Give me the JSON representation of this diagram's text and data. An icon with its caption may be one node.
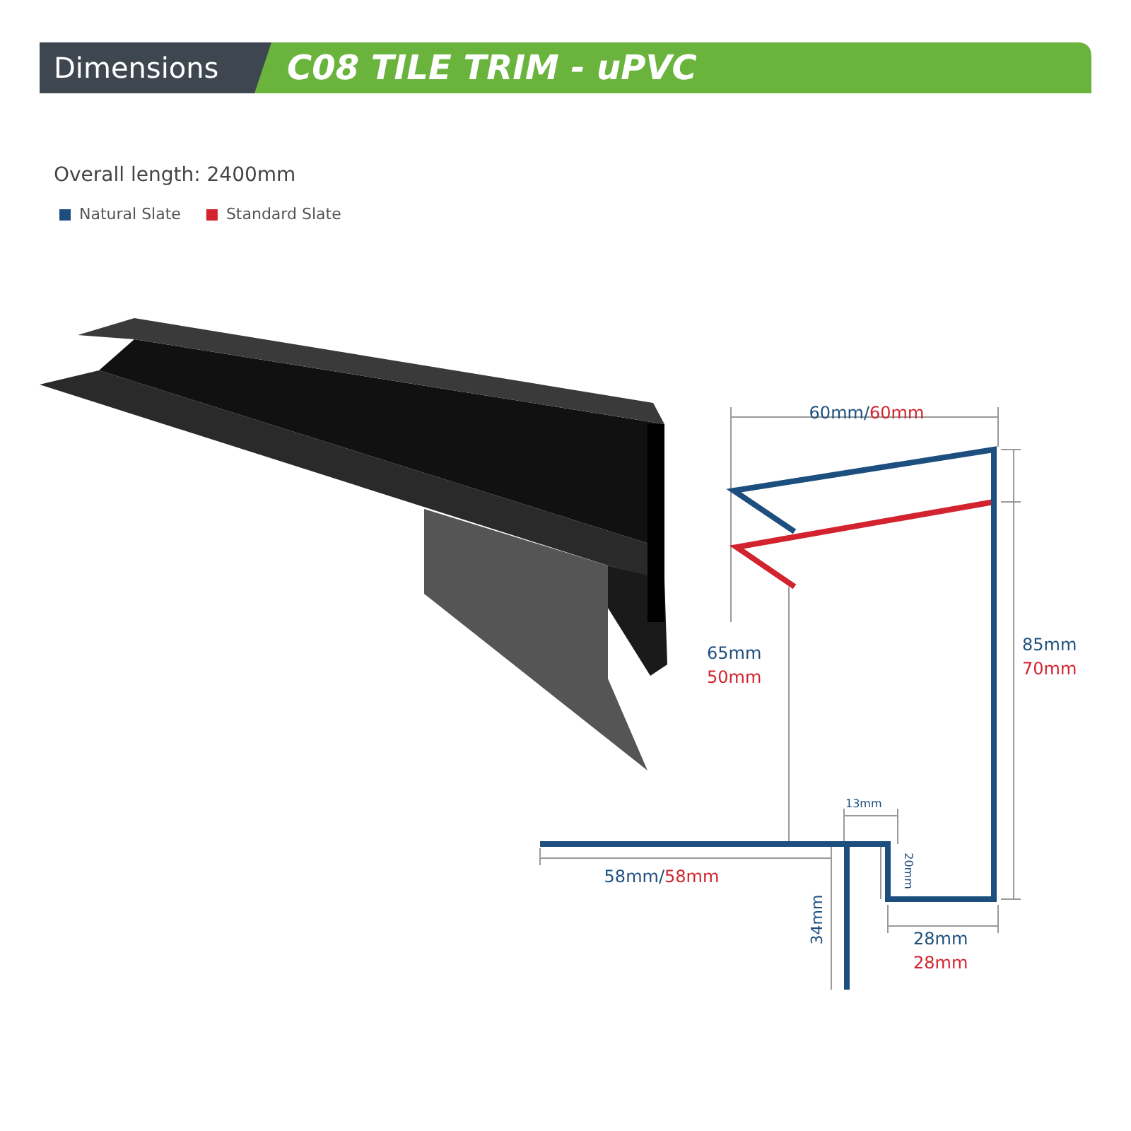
{
  "diagram": {
    "title": "C08 TILE TRIM - uPVC",
    "labels": [
      "Dimensions",
      "Overall length: 2400mm",
      "60mm/",
      "60mm",
      "65mm",
      "50mm",
      "85mm",
      "70mm",
      "13mm",
      "20mm",
      "58mm/",
      "58mm",
      "34mm",
      "28mm",
      "28mm"
    ],
    "legend": [
      {
        "text": "Natural Slate",
        "color": "#1d4f7e"
      },
      {
        "text": "Standard Slate",
        "color": "#d2232e"
      }
    ]
  }
}
